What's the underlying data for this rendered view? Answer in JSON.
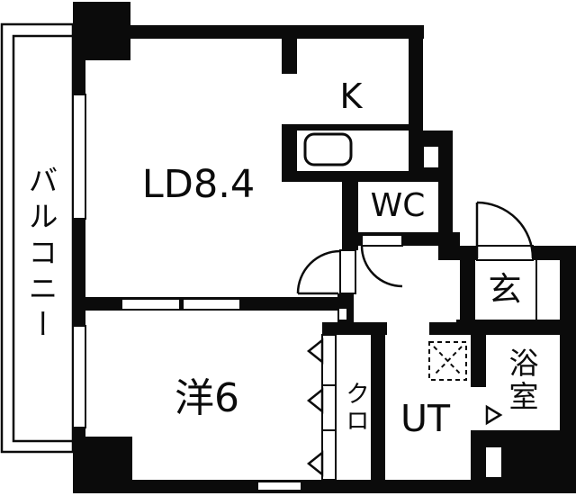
{
  "title": "apartment-floorplan",
  "colors": {
    "wall": "#0b0b0b",
    "floor": "#ffffff"
  },
  "rooms": {
    "balcony": {
      "label": "バルコニー"
    },
    "living_dining": {
      "label": "LD8.4"
    },
    "kitchen": {
      "label": "K"
    },
    "toilet": {
      "label": "WC"
    },
    "entrance": {
      "label": "玄"
    },
    "bathroom": {
      "label": "浴室"
    },
    "utility": {
      "label": "UT"
    },
    "closet": {
      "label": "クロ"
    },
    "western_room": {
      "label": "洋6"
    }
  }
}
